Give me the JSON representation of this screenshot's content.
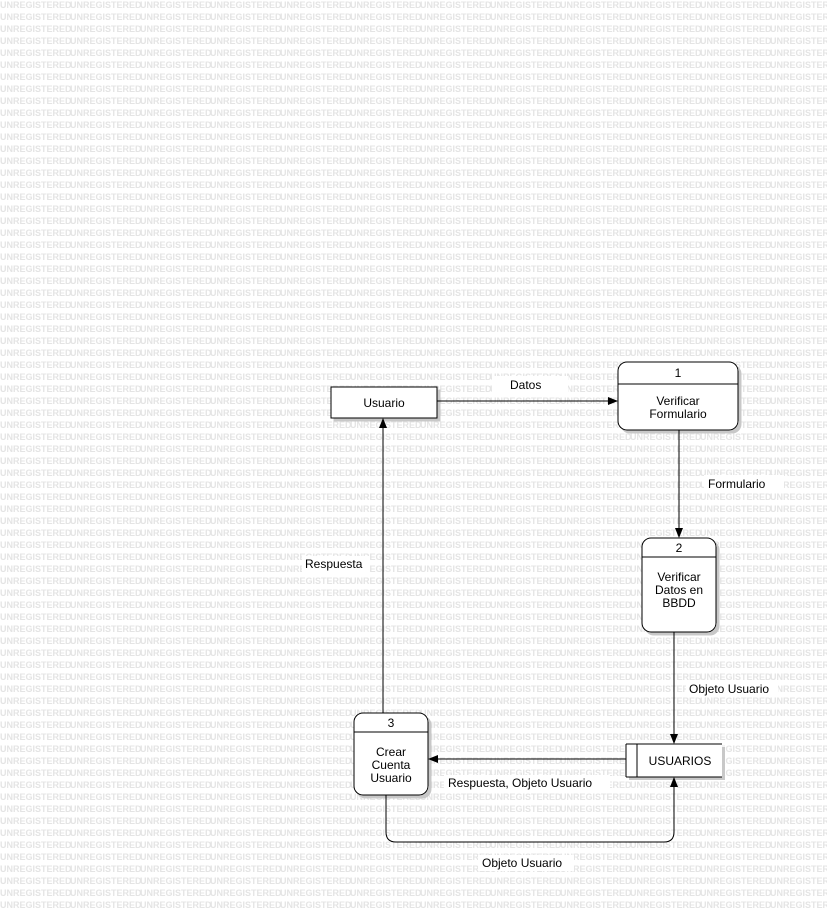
{
  "watermark": "UNREGISTERED",
  "entity": {
    "label": "Usuario"
  },
  "processes": [
    {
      "number": "1",
      "lines": [
        "Verificar",
        "Formulario"
      ]
    },
    {
      "number": "2",
      "lines": [
        "Verificar",
        "Datos en",
        "BBDD"
      ]
    },
    {
      "number": "3",
      "lines": [
        "Crear",
        "Cuenta",
        "Usuario"
      ]
    }
  ],
  "datastore": {
    "label": "USUARIOS"
  },
  "flows": {
    "datos": "Datos",
    "formulario": "Formulario",
    "objeto_usuario_1": "Objeto Usuario",
    "respuesta_objeto_usuario": "Respuesta, Objeto Usuario",
    "objeto_usuario_2": "Objeto Usuario",
    "respuesta": "Respuesta"
  }
}
